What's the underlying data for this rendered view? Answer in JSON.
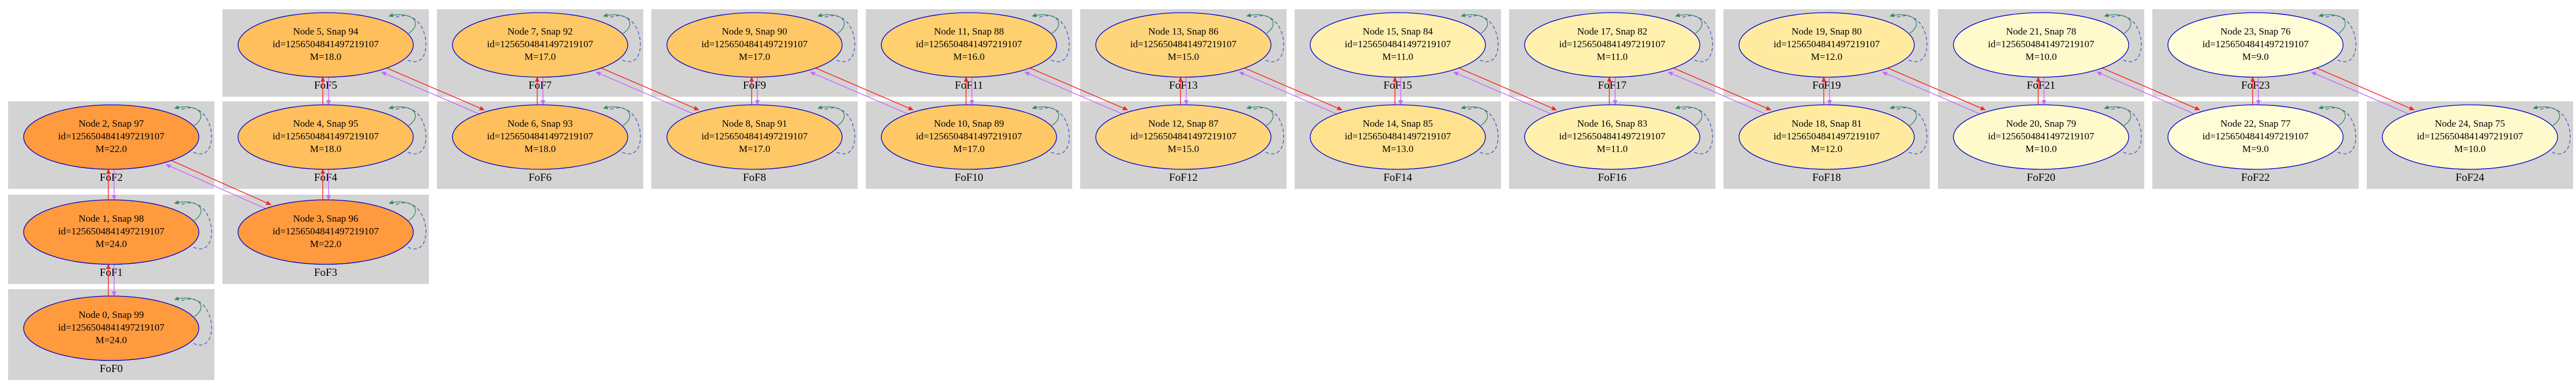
{
  "colors": {
    "cluster_fill": "#d3d3d3",
    "node_outline": "#0000cc",
    "edge_progenitor": "#ff2020",
    "edge_descendant": "#cc66ff",
    "self_loop_green": "#2e8b57",
    "self_loop_blue": "#3050c0",
    "mass_colors": {
      "24": "#ff9a3e",
      "22": "#ff9a3e",
      "18": "#ffbf5c",
      "17": "#ffc866",
      "16": "#ffd070",
      "15": "#ffd57c",
      "13": "#ffe28f",
      "11": "#fff0ae",
      "12": "#ffeaa0",
      "10": "#fffacc",
      "9": "#fffcd6"
    }
  },
  "clusters": [
    {
      "id": "FoF0",
      "label": "FoF0"
    },
    {
      "id": "FoF1",
      "label": "FoF1"
    },
    {
      "id": "FoF2",
      "label": "FoF2"
    },
    {
      "id": "FoF3",
      "label": "FoF3"
    },
    {
      "id": "FoF4",
      "label": "FoF4"
    },
    {
      "id": "FoF5",
      "label": "FoF5"
    },
    {
      "id": "FoF6",
      "label": "FoF6"
    },
    {
      "id": "FoF7",
      "label": "FoF7"
    },
    {
      "id": "FoF8",
      "label": "FoF8"
    },
    {
      "id": "FoF9",
      "label": "FoF9"
    },
    {
      "id": "FoF10",
      "label": "FoF10"
    },
    {
      "id": "FoF11",
      "label": "FoF11"
    },
    {
      "id": "FoF12",
      "label": "FoF12"
    },
    {
      "id": "FoF13",
      "label": "FoF13"
    },
    {
      "id": "FoF14",
      "label": "FoF14"
    },
    {
      "id": "FoF15",
      "label": "FoF15"
    },
    {
      "id": "FoF16",
      "label": "FoF16"
    },
    {
      "id": "FoF17",
      "label": "FoF17"
    },
    {
      "id": "FoF18",
      "label": "FoF18"
    },
    {
      "id": "FoF19",
      "label": "FoF19"
    },
    {
      "id": "FoF20",
      "label": "FoF20"
    },
    {
      "id": "FoF21",
      "label": "FoF21"
    },
    {
      "id": "FoF22",
      "label": "FoF22"
    },
    {
      "id": "FoF23",
      "label": "FoF23"
    },
    {
      "id": "FoF24",
      "label": "FoF24"
    }
  ],
  "nodes": [
    {
      "id": 0,
      "line1": "Node 0, Snap 99",
      "line2": "id=1256504841497219107",
      "line3": "M=24.0",
      "mass": 24
    },
    {
      "id": 1,
      "line1": "Node 1, Snap 98",
      "line2": "id=1256504841497219107",
      "line3": "M=24.0",
      "mass": 24
    },
    {
      "id": 2,
      "line1": "Node 2, Snap 97",
      "line2": "id=1256504841497219107",
      "line3": "M=22.0",
      "mass": 22
    },
    {
      "id": 3,
      "line1": "Node 3, Snap 96",
      "line2": "id=1256504841497219107",
      "line3": "M=22.0",
      "mass": 22
    },
    {
      "id": 4,
      "line1": "Node 4, Snap 95",
      "line2": "id=1256504841497219107",
      "line3": "M=18.0",
      "mass": 18
    },
    {
      "id": 5,
      "line1": "Node 5, Snap 94",
      "line2": "id=1256504841497219107",
      "line3": "M=18.0",
      "mass": 18
    },
    {
      "id": 6,
      "line1": "Node 6, Snap 93",
      "line2": "id=1256504841497219107",
      "line3": "M=18.0",
      "mass": 18
    },
    {
      "id": 7,
      "line1": "Node 7, Snap 92",
      "line2": "id=1256504841497219107",
      "line3": "M=17.0",
      "mass": 17
    },
    {
      "id": 8,
      "line1": "Node 8, Snap 91",
      "line2": "id=1256504841497219107",
      "line3": "M=17.0",
      "mass": 17
    },
    {
      "id": 9,
      "line1": "Node 9, Snap 90",
      "line2": "id=1256504841497219107",
      "line3": "M=17.0",
      "mass": 17
    },
    {
      "id": 10,
      "line1": "Node 10, Snap 89",
      "line2": "id=1256504841497219107",
      "line3": "M=17.0",
      "mass": 17
    },
    {
      "id": 11,
      "line1": "Node 11, Snap 88",
      "line2": "id=1256504841497219107",
      "line3": "M=16.0",
      "mass": 16
    },
    {
      "id": 12,
      "line1": "Node 12, Snap 87",
      "line2": "id=1256504841497219107",
      "line3": "M=15.0",
      "mass": 15
    },
    {
      "id": 13,
      "line1": "Node 13, Snap 86",
      "line2": "id=1256504841497219107",
      "line3": "M=15.0",
      "mass": 15
    },
    {
      "id": 14,
      "line1": "Node 14, Snap 85",
      "line2": "id=1256504841497219107",
      "line3": "M=13.0",
      "mass": 13
    },
    {
      "id": 15,
      "line1": "Node 15, Snap 84",
      "line2": "id=1256504841497219107",
      "line3": "M=11.0",
      "mass": 11
    },
    {
      "id": 16,
      "line1": "Node 16, Snap 83",
      "line2": "id=1256504841497219107",
      "line3": "M=11.0",
      "mass": 11
    },
    {
      "id": 17,
      "line1": "Node 17, Snap 82",
      "line2": "id=1256504841497219107",
      "line3": "M=11.0",
      "mass": 11
    },
    {
      "id": 18,
      "line1": "Node 18, Snap 81",
      "line2": "id=1256504841497219107",
      "line3": "M=12.0",
      "mass": 12
    },
    {
      "id": 19,
      "line1": "Node 19, Snap 80",
      "line2": "id=1256504841497219107",
      "line3": "M=12.0",
      "mass": 12
    },
    {
      "id": 20,
      "line1": "Node 20, Snap 79",
      "line2": "id=1256504841497219107",
      "line3": "M=10.0",
      "mass": 10
    },
    {
      "id": 21,
      "line1": "Node 21, Snap 78",
      "line2": "id=1256504841497219107",
      "line3": "M=10.0",
      "mass": 10
    },
    {
      "id": 22,
      "line1": "Node 22, Snap 77",
      "line2": "id=1256504841497219107",
      "line3": "M=9.0",
      "mass": 9
    },
    {
      "id": 23,
      "line1": "Node 23, Snap 76",
      "line2": "id=1256504841497219107",
      "line3": "M=9.0",
      "mass": 9
    },
    {
      "id": 24,
      "line1": "Node 24, Snap 75",
      "line2": "id=1256504841497219107",
      "line3": "M=10.0",
      "mass": 10
    }
  ],
  "edges": [
    {
      "from": 0,
      "to": 1
    },
    {
      "from": 1,
      "to": 2
    },
    {
      "from": 2,
      "to": 3
    },
    {
      "from": 3,
      "to": 4
    },
    {
      "from": 4,
      "to": 5
    },
    {
      "from": 5,
      "to": 6
    },
    {
      "from": 6,
      "to": 7
    },
    {
      "from": 7,
      "to": 8
    },
    {
      "from": 8,
      "to": 9
    },
    {
      "from": 9,
      "to": 10
    },
    {
      "from": 10,
      "to": 11
    },
    {
      "from": 11,
      "to": 12
    },
    {
      "from": 12,
      "to": 13
    },
    {
      "from": 13,
      "to": 14
    },
    {
      "from": 14,
      "to": 15
    },
    {
      "from": 15,
      "to": 16
    },
    {
      "from": 16,
      "to": 17
    },
    {
      "from": 17,
      "to": 18
    },
    {
      "from": 18,
      "to": 19
    },
    {
      "from": 19,
      "to": 20
    },
    {
      "from": 20,
      "to": 21
    },
    {
      "from": 21,
      "to": 22
    },
    {
      "from": 22,
      "to": 23
    },
    {
      "from": 23,
      "to": 24
    }
  ]
}
